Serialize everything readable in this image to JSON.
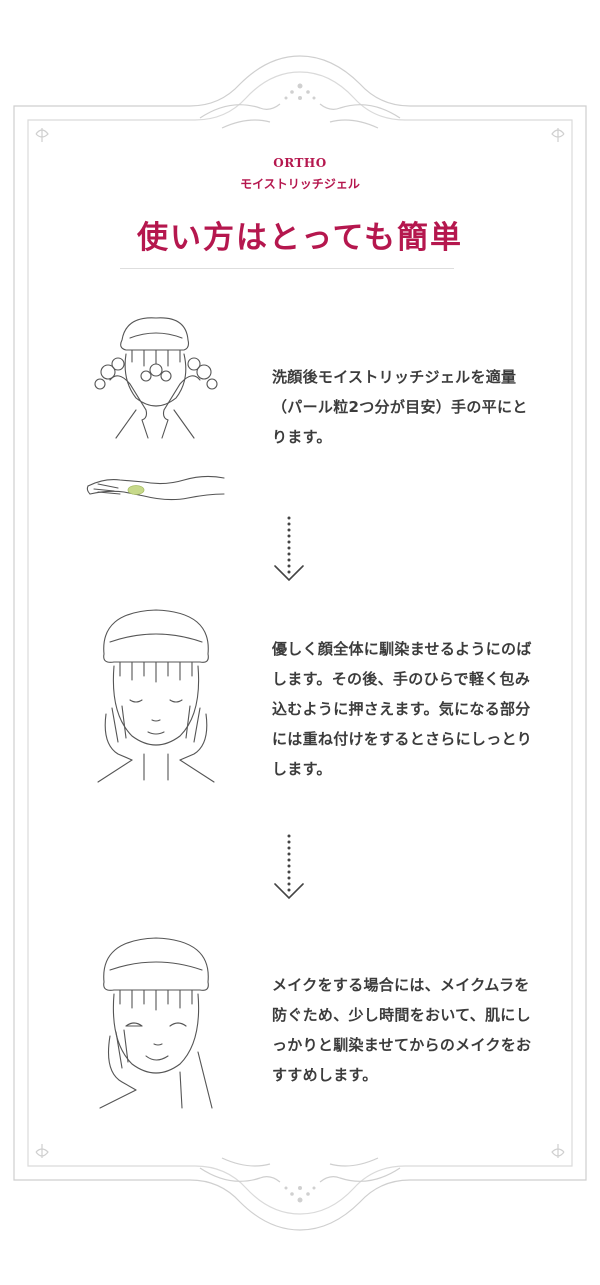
{
  "header": {
    "brand_en": "ORTHO",
    "brand_ja": "モイストリッチジェル",
    "title": "使い方はとっても簡単"
  },
  "steps": [
    {
      "text": "洗顔後モイストリッチジェルを適量（パール粒2つ分が目安）手の平にとります。",
      "illustration": "face-washing-and-gel-on-palm"
    },
    {
      "text": "優しく顔全体に馴染ませるようにのばします。その後、手のひらで軽く包み込むように押さえます。気になる部分には重ね付けをするとさらにしっとりします。",
      "illustration": "hands-pressing-cheeks"
    },
    {
      "text": "メイクをする場合には、メイクムラを防ぐため、少し時間をおいて、肌にしっかりと馴染ませてからのメイクをおすすめします。",
      "illustration": "hand-on-cheek-smiling"
    }
  ],
  "colors": {
    "accent": "#b5174e",
    "text": "#3c3c3c",
    "frame": "#c9c9c9",
    "gel": "#c7d98a"
  }
}
